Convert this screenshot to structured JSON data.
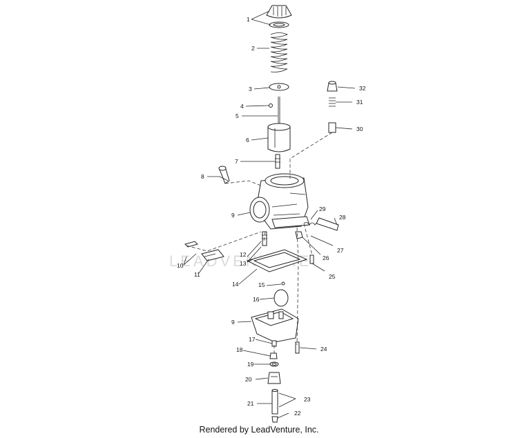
{
  "watermark": "LEADVENTURE",
  "footer": "Rendered by LeadVenture, Inc.",
  "callouts": {
    "c1": "1",
    "c2": "2",
    "c3": "3",
    "c4": "4",
    "c5": "5",
    "c6": "6",
    "c7": "7",
    "c8": "8",
    "c9a": "9",
    "c9b": "9",
    "c10": "10",
    "c11": "11",
    "c12": "12",
    "c13": "13",
    "c14": "14",
    "c15": "15",
    "c16": "16",
    "c17": "17",
    "c18": "18",
    "c19": "19",
    "c20": "20",
    "c21": "21",
    "c22": "22",
    "c23": "23",
    "c24": "24",
    "c25": "25",
    "c26": "26",
    "c27": "27",
    "c28": "28",
    "c29": "29",
    "c30": "30",
    "c31": "31",
    "c32": "32"
  }
}
